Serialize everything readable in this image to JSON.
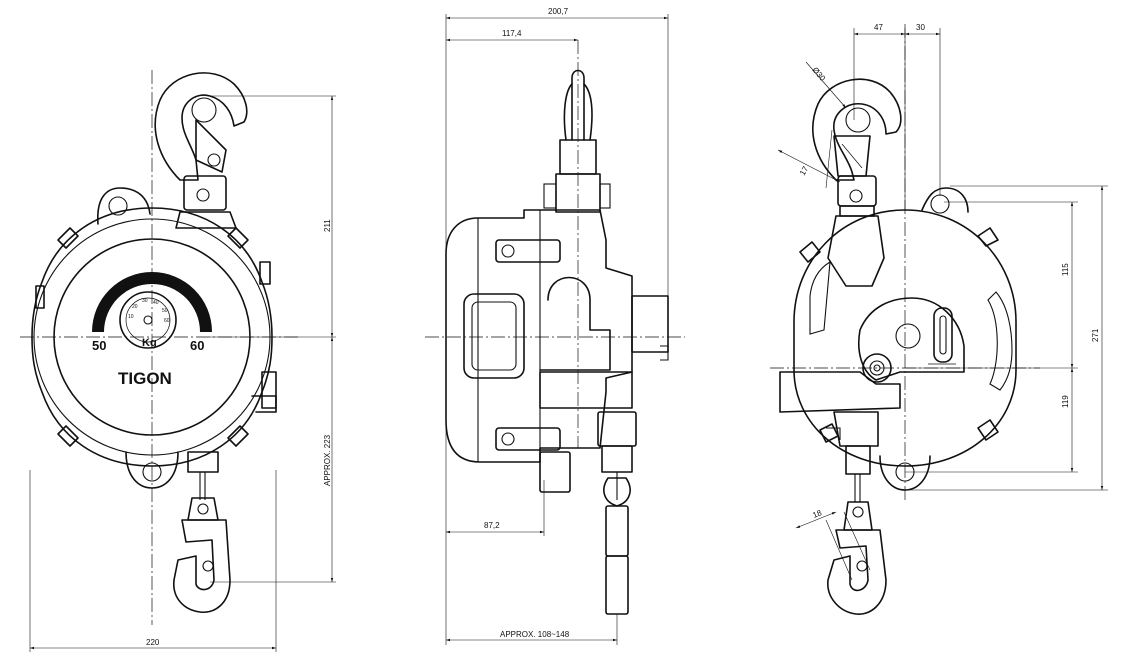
{
  "front_view": {
    "brand": "TIGON",
    "gauge_min": "50",
    "gauge_max": "60",
    "gauge_unit": "Kg",
    "dim_width": "220",
    "dim_top": "211",
    "dim_bottom": "APPROX. 223"
  },
  "side_view": {
    "dim_overall_width": "200,7",
    "dim_hook_offset": "117,4",
    "dim_back_depth": "87,2",
    "dim_cable": "APPROX. 108~148"
  },
  "rear_view": {
    "dim_hook_diameter": "Ø30",
    "dim_hook_throat": "17",
    "dim_offset_47": "47",
    "dim_offset_30": "30",
    "dim_upper": "115",
    "dim_lower": "119",
    "dim_total_height": "271",
    "dim_lower_hook": "18"
  },
  "colors": {
    "line": "#111111",
    "background": "#ffffff"
  }
}
